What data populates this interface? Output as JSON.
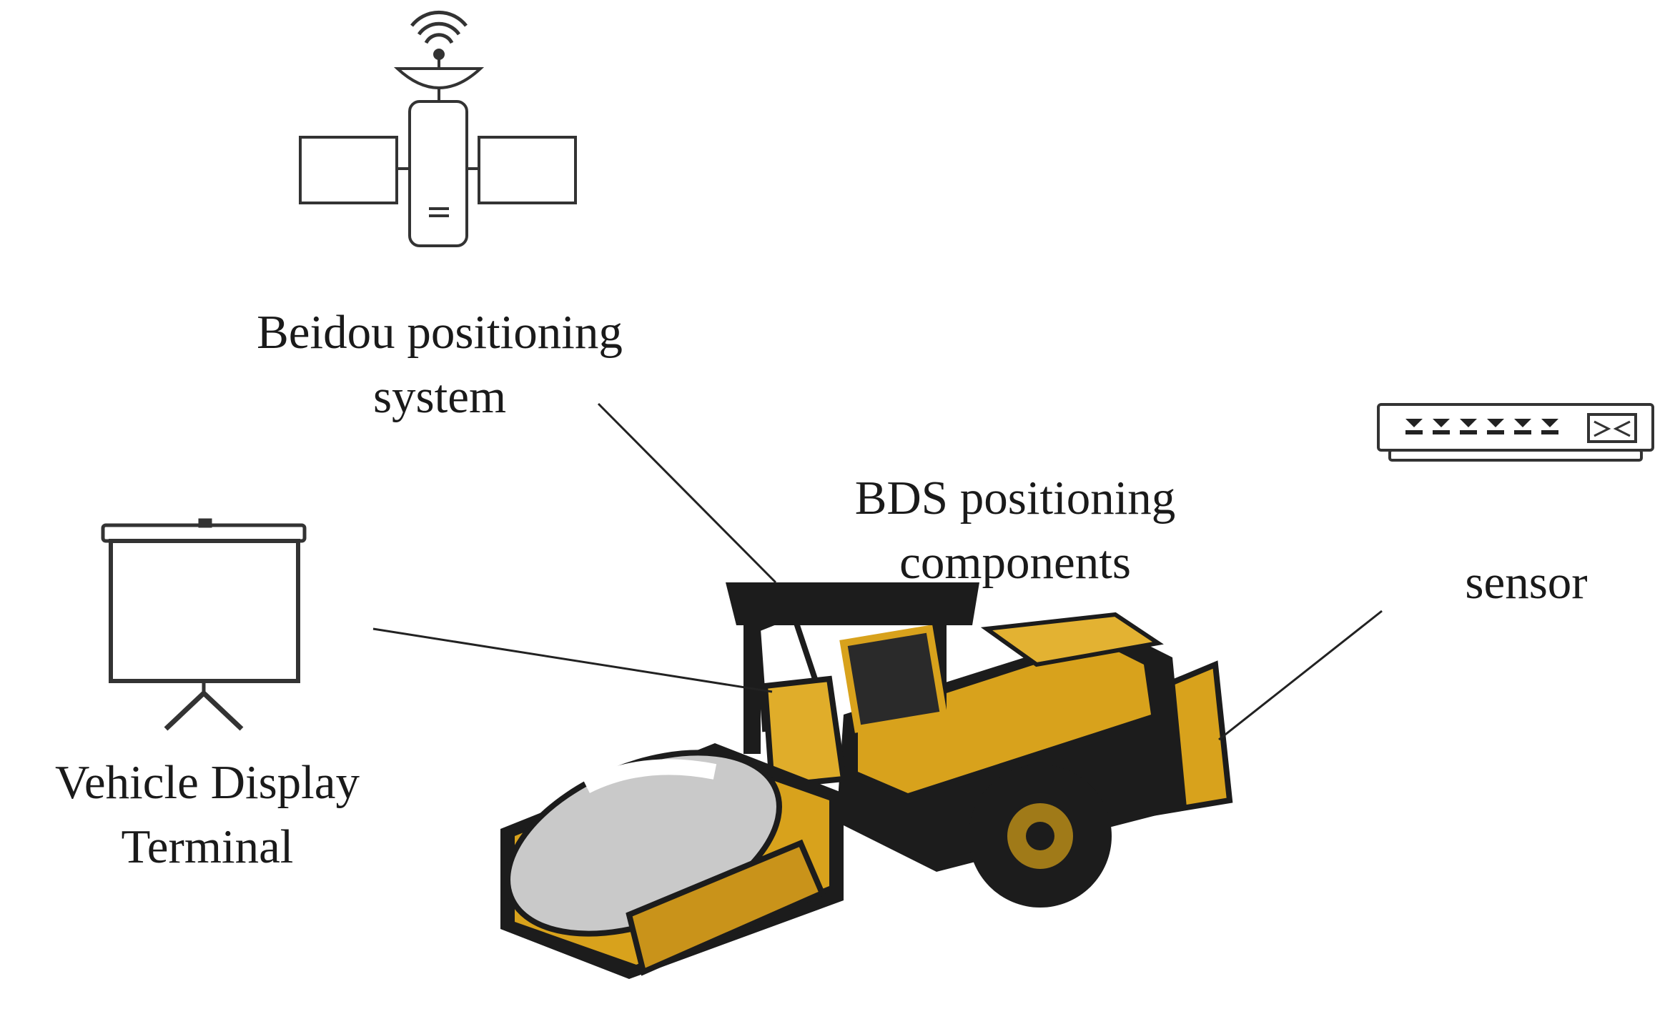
{
  "labels": {
    "beidou": [
      "Beidou positioning",
      "system"
    ],
    "bds": [
      "BDS positioning",
      "components"
    ],
    "sensor": [
      "sensor"
    ],
    "terminal": [
      "Vehicle Display",
      "Terminal"
    ]
  },
  "icons": {
    "satellite": "satellite-icon",
    "sensor_device": "sensor-device-icon",
    "display_screen": "projection-screen-icon",
    "roller": "road-roller-image"
  },
  "colors": {
    "roller_body": "#d8a21c",
    "roller_dark": "#1c1c1c",
    "drum": "#c9c9c9",
    "outline": "#333333"
  }
}
